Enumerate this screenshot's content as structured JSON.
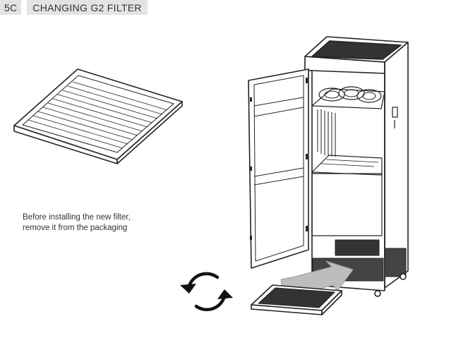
{
  "header": {
    "step": "5C",
    "title": "CHANGING G2 FILTER"
  },
  "instruction": {
    "line1": "Before installing the new filter,",
    "line2": "remove it from the packaging"
  },
  "icons": {
    "filter_panel": "g2-filter-icon",
    "cabinet": "air-purifier-cabinet-icon",
    "replace_cycle": "replace-cycle-icon",
    "insert_arrow": "insert-arrow-icon",
    "filter_tray": "filter-tray-icon"
  }
}
